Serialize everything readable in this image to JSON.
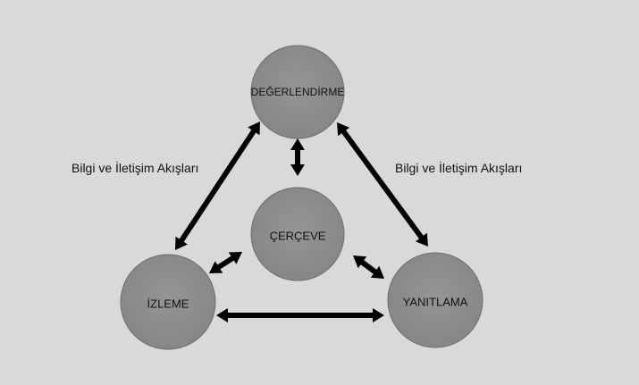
{
  "nodes": {
    "top": {
      "label": "DEĞERLENDİRME"
    },
    "center": {
      "label": "ÇERÇEVE"
    },
    "left": {
      "label": "İZLEME"
    },
    "right": {
      "label": "YANITLAMA"
    }
  },
  "edge_labels": {
    "left": "Bilgi ve İletişim Akışları",
    "right": "Bilgi ve İletişim Akışları"
  },
  "colors": {
    "background": "#d9d9d9",
    "node_fill": "#8c8c8c",
    "node_stroke": "#6e6e6e",
    "arrow": "#000000"
  }
}
